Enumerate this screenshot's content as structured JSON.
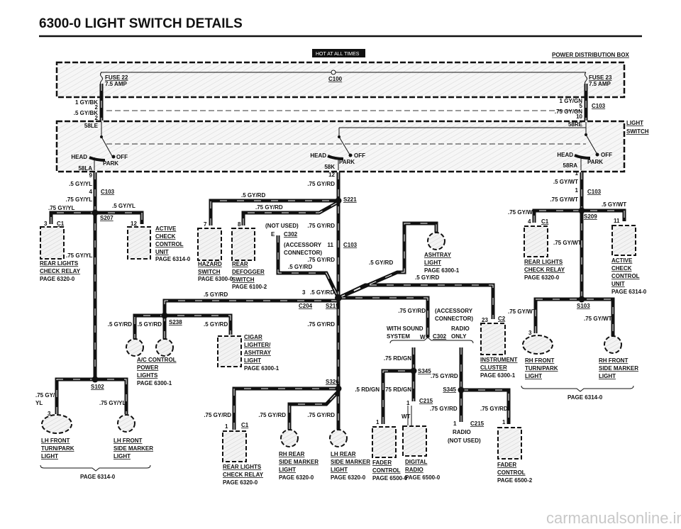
{
  "header": {
    "title": "6300-0  LIGHT SWITCH DETAILS",
    "hot": "HOT AT ALL TIMES",
    "pdb": "POWER DISTRIBUTION BOX"
  },
  "pdb": {
    "fuse22": "FUSE 22",
    "fuse22_amp": "7.5 AMP",
    "fuse23": "FUSE 23",
    "fuse23_amp": "7.5 AMP",
    "c100": "C100"
  },
  "left_feed": {
    "wire1": "1 GY/BK",
    "pin2a": "2",
    "wire2": ".5 GY/BK",
    "pin2b": "2",
    "term": "58LE"
  },
  "right_feed": {
    "wire1": "1 GY/GN",
    "pin5": "5",
    "c103": "C103",
    "wire2": ".75 GY/GN",
    "pin10": "10",
    "term": "58RE"
  },
  "switch": {
    "title1": "LIGHT",
    "title2": "SWITCH",
    "head": "HEAD",
    "off": "OFF",
    "park": "PARK",
    "t58la": "58LA",
    "t58k": "58K",
    "t58ra": "58RA"
  },
  "left": {
    "pin9": "9",
    "w1": ".5 GY/YL",
    "pin4": "4",
    "c103": "C103",
    "w2": ".75 GY/YL",
    "w3": ".75 GY/YL",
    "w4": ".5 GY/YL",
    "s207": "S207",
    "pin3": "3",
    "c1": "C1",
    "pin12": "12",
    "w5": ".75 GY/YL",
    "relay": [
      "REAR LIGHTS",
      "CHECK RELAY",
      "PAGE 6320-0"
    ],
    "acc": [
      "ACTIVE",
      "CHECK",
      "CONTROL",
      "UNIT",
      "PAGE 6314-0"
    ],
    "s102": "S102",
    "w6a": ".75 GY/",
    "w6b": "YL",
    "w7": ".75 GY/YL",
    "pin3b": "3",
    "turn": [
      "LH FRONT",
      "TURN/PARK",
      "LIGHT"
    ],
    "marker": [
      "LH FRONT",
      "SIDE MARKER",
      "LIGHT"
    ],
    "page": "PAGE 6314-0"
  },
  "mid": {
    "pin12": "12",
    "w1": ".75 GY/RD",
    "w2": ".5 GY/RD",
    "s221": "S221",
    "w3": ".75 GY/RD",
    "pin7": "7",
    "pin8": "8",
    "notused": "(NOT USED)",
    "pinE": "E",
    "c302": "C302",
    "w4": ".75 GY/RD",
    "acc1": "(ACCESSORY",
    "acc2": "CONNECTOR)",
    "pin11": "11",
    "c103": "C103",
    "w5": ".75 GY/RD",
    "w6": ".5 GY/RD",
    "hazard": [
      "HAZARD",
      "SWITCH",
      "PAGE 6300-0"
    ],
    "defog": [
      "REAR",
      "DEFOGGER",
      "SWITCH",
      "PAGE 6100-2"
    ],
    "w7": ".5 GY/RD",
    "pin3": "3",
    "w8": ".5 GY/RD",
    "c204": "C204",
    "s215": "S215",
    "w9": ".5 GY/RD",
    "ashtray": [
      "ASHTRAY",
      "LIGHT",
      "PAGE 6300-1"
    ],
    "w10": ".5 GY/RD",
    "w11": ".5 GY/RD",
    "w12": ".5 GY/RD",
    "s238": "S238",
    "w13": ".5 GY/RD",
    "ac": [
      "A/C CONTROL",
      "POWER",
      "LIGHTS",
      "PAGE 6300-1"
    ],
    "cigar": [
      "CIGAR",
      "LIGHTER/",
      "ASHTRAY",
      "LIGHT",
      "PAGE 6300-1"
    ],
    "w14": ".75 GY/RD",
    "s326": "S326",
    "w15": ".75 GY/RD",
    "w16": ".75 GY/RD",
    "w17": ".75 GY/RD",
    "pin1": "1",
    "c1": "C1",
    "relay": [
      "REAR LIGHTS",
      "CHECK RELAY",
      "PAGE 6320-0"
    ],
    "rhrear": [
      "RH REAR",
      "SIDE MARKER",
      "LIGHT",
      "PAGE 6320-0"
    ],
    "lhrear": [
      "LH REAR",
      "SIDE MARKER",
      "LIGHT",
      "PAGE 6320-0"
    ]
  },
  "radio": {
    "w1": ".75 GY/RD",
    "acc1": "(ACCESSORY",
    "acc2": "CONNECTOR)",
    "sound1": "WITH SOUND",
    "sound2": "SYSTEM",
    "pinW": "W",
    "c302": "C302",
    "only1": "RADIO",
    "only2": "ONLY",
    "w2": ".75 RD/GN",
    "s345a": "S345",
    "w3": ".75 GY/RD",
    "w4": ".5 RD/GN",
    "w5": ".75 RD/GN",
    "s345b": "S345",
    "pin1a": "1",
    "c215a": "C215",
    "w6": ".75 GY/RD",
    "w7": ".75 GY/RD",
    "wt": "WT",
    "pin1b": "1",
    "pin1c": "1",
    "c215b": "C215",
    "radio": "RADIO",
    "notused": "(NOT USED)",
    "pin1d": "1",
    "fader1": [
      "FADER",
      "CONTROL",
      "PAGE 6500-0"
    ],
    "digital": [
      "DIGITAL",
      "RADIO",
      "PAGE 6500-0"
    ],
    "fader2": [
      "FADER",
      "CONTROL",
      "PAGE 6500-2"
    ],
    "pin23": "23",
    "c2": "C2",
    "cluster": [
      "INSTRUMENT",
      "CLUSTER",
      "PAGE 6300-1"
    ]
  },
  "right": {
    "pin1a": "1",
    "w1": ".5 GY/WT",
    "pin1b": "1",
    "c103": "C103",
    "w2": ".75 GY/WT",
    "w3": ".75 GY/WT",
    "w4": ".5 GY/WT",
    "s209": "S209",
    "pin4": "4",
    "c1": "C1",
    "w5": ".75 GY/WT",
    "pin11": "11",
    "relay": [
      "REAR LIGHTS",
      "CHECK RELAY",
      "PAGE 6320-0"
    ],
    "acc": [
      "ACTIVE",
      "CHECK",
      "CONTROL",
      "UNIT",
      "PAGE 6314-0"
    ],
    "s103": "S103",
    "w6": ".75 GY/WT",
    "w7": ".75 GY/WT",
    "pin3": "3",
    "turn": [
      "RH FRONT",
      "TURN/PARK",
      "LIGHT"
    ],
    "marker": [
      "RH FRONT",
      "SIDE MARKER",
      "LIGHT"
    ],
    "page": "PAGE 6314-0"
  },
  "watermark": "carmanualsonline.info"
}
